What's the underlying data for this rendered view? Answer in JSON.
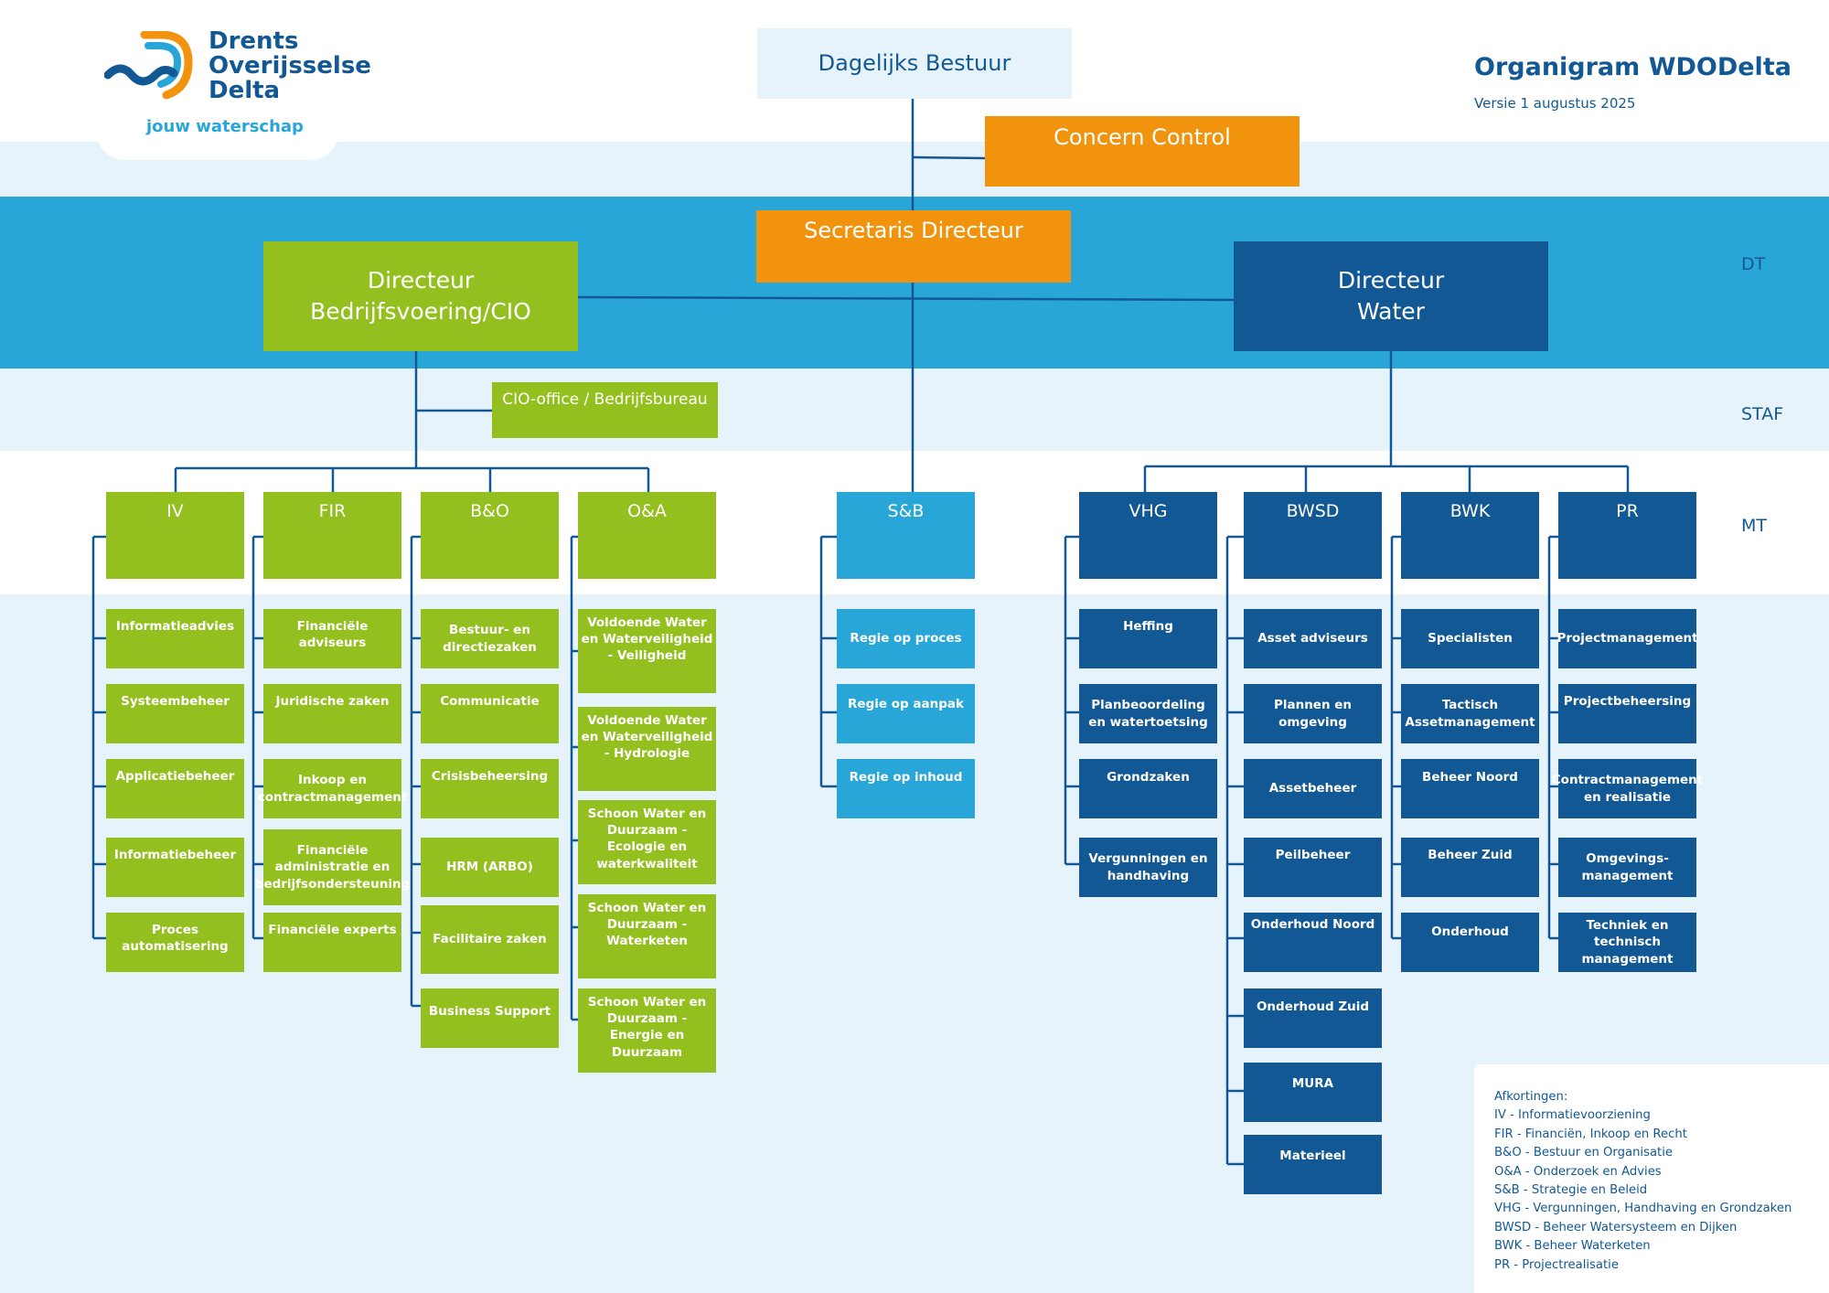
{
  "header": {
    "logo_lines": [
      "Drents",
      "Overijsselse",
      "Delta"
    ],
    "logo_tagline": "jouw waterschap",
    "title": "Organigram WDODelta",
    "version": "Versie 1 augustus 2025"
  },
  "levels": {
    "dt": "DT",
    "staf": "STAF",
    "mt": "MT"
  },
  "top": {
    "dagelijks_bestuur": "Dagelijks Bestuur",
    "concern_control": "Concern Control",
    "secretaris_directeur": "Secretaris Directeur"
  },
  "directors": {
    "bedrijfsvoering_line1": "Directeur",
    "bedrijfsvoering_line2": "Bedrijfsvoering/CIO",
    "water_line1": "Directeur",
    "water_line2": "Water"
  },
  "staf": {
    "cio_office": "CIO-office / Bedrijfsbureau"
  },
  "departments": {
    "iv": {
      "name": "IV",
      "units": [
        "Informatieadvies",
        "Systeembeheer",
        "Applicatiebeheer",
        "Informatiebeheer",
        "Proces automatisering"
      ]
    },
    "fir": {
      "name": "FIR",
      "units": [
        "Financiële adviseurs",
        "Juridische zaken",
        "Inkoop en contractmanagement",
        "Financiële administratie en bedrijfsondersteuning",
        "Financiële experts"
      ]
    },
    "bo": {
      "name": "B&O",
      "units": [
        "Bestuur- en directiezaken",
        "Communicatie",
        "Crisisbeheersing",
        "HRM (ARBO)",
        "Facilitaire zaken",
        "Business Support"
      ]
    },
    "oa": {
      "name": "O&A",
      "units": [
        "Voldoende Water en Waterveiligheid - Veiligheid",
        "Voldoende Water en Waterveiligheid - Hydrologie",
        "Schoon Water en Duurzaam - Ecologie en waterkwaliteit",
        "Schoon Water en Duurzaam - Waterketen",
        "Schoon Water en Duurzaam - Energie en Duurzaam"
      ]
    },
    "sb": {
      "name": "S&B",
      "units": [
        "Regie op proces",
        "Regie op aanpak",
        "Regie op inhoud"
      ]
    },
    "vhg": {
      "name": "VHG",
      "units": [
        "Heffing",
        "Planbeoordeling en watertoetsing",
        "Grondzaken",
        "Vergunningen en handhaving"
      ]
    },
    "bwsd": {
      "name": "BWSD",
      "units": [
        "Asset adviseurs",
        "Plannen en omgeving",
        "Assetbeheer",
        "Peilbeheer",
        "Onderhoud Noord",
        "Onderhoud Zuid",
        "MURA",
        "Materieel"
      ]
    },
    "bwk": {
      "name": "BWK",
      "units": [
        "Specialisten",
        "Tactisch Assetmanagement",
        "Beheer Noord",
        "Beheer Zuid",
        "Onderhoud"
      ]
    },
    "pr": {
      "name": "PR",
      "units": [
        "Projectmanagement",
        "Projectbeheersing",
        "Contractmanagement en realisatie",
        "Omgevings-management",
        "Techniek en technisch management"
      ]
    }
  },
  "legend": {
    "title": "Afkortingen:",
    "items": [
      "IV - Informatievoorziening",
      "FIR - Financiën, Inkoop en Recht",
      "B&O - Bestuur en Organisatie",
      "O&A - Onderzoek en Advies",
      "S&B - Strategie en Beleid",
      "VHG - Vergunningen, Handhaving en Grondzaken",
      "BWSD - Beheer Watersysteem en Dijken",
      "BWK - Beheer Waterketen",
      "PR - Projectrealisatie"
    ]
  },
  "colors": {
    "navy": "#125894",
    "light_blue": "#29a6d8",
    "green": "#93c01f",
    "orange": "#f1930d",
    "pale_band": "#e6f3fb"
  }
}
